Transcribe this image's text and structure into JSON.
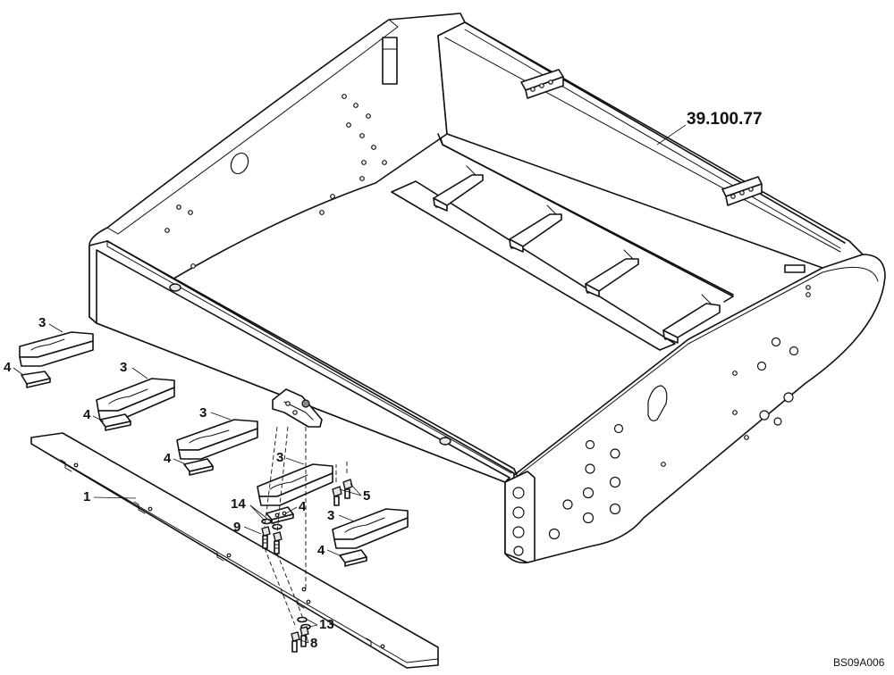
{
  "reference_label": "39.100.77",
  "drawing_code": "BS09A006",
  "callouts": [
    {
      "id": "c3a",
      "number": "3"
    },
    {
      "id": "c4a",
      "number": "4"
    },
    {
      "id": "c3b",
      "number": "3"
    },
    {
      "id": "c4b",
      "number": "4"
    },
    {
      "id": "c3c",
      "number": "3"
    },
    {
      "id": "c4c",
      "number": "4"
    },
    {
      "id": "c1",
      "number": "1"
    },
    {
      "id": "c3d",
      "number": "3"
    },
    {
      "id": "c14",
      "number": "14"
    },
    {
      "id": "c4d",
      "number": "4"
    },
    {
      "id": "c9",
      "number": "9"
    },
    {
      "id": "c5",
      "number": "5"
    },
    {
      "id": "c3e",
      "number": "3"
    },
    {
      "id": "c4e",
      "number": "4"
    },
    {
      "id": "c13",
      "number": "13"
    },
    {
      "id": "c8",
      "number": "8"
    }
  ]
}
